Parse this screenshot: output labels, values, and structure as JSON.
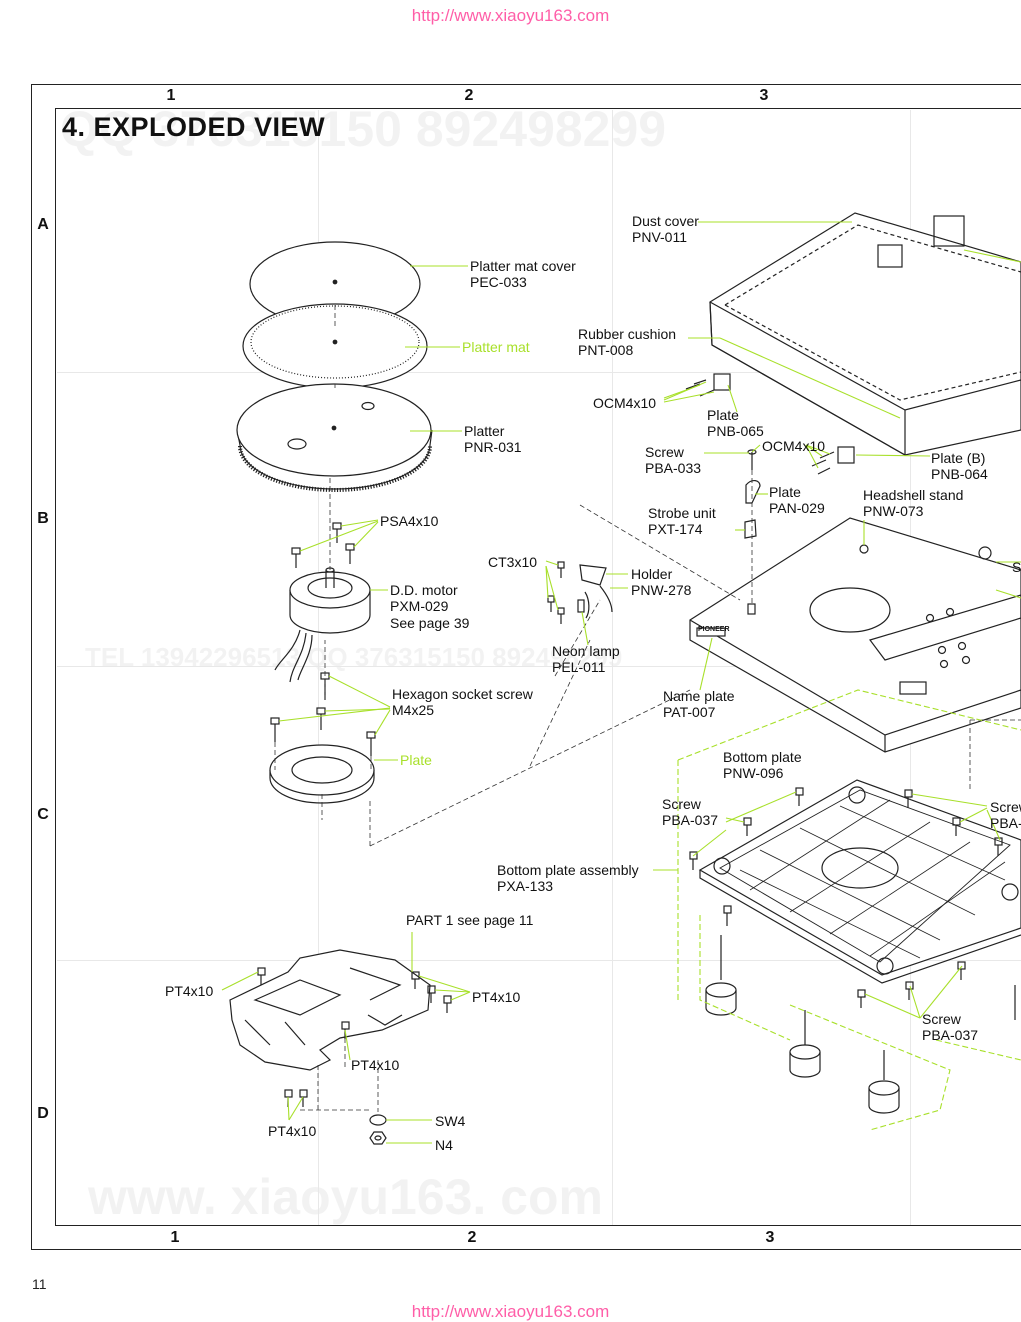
{
  "header": {
    "url_top": "http://www.xiaoyu163.com",
    "url_bottom": "http://www.xiaoyu163.com"
  },
  "page": {
    "title": "4. EXPLODED VIEW",
    "page_number": "11"
  },
  "grid": {
    "columns_top": [
      "1",
      "2",
      "3"
    ],
    "columns_bottom": [
      "1",
      "2",
      "3"
    ],
    "rows": [
      "A",
      "B",
      "C",
      "D"
    ]
  },
  "watermarks": {
    "qq": "QQ 376315150  892498299",
    "tel": "TEL 13942296513   QQ 376315150  892498299",
    "site": "www. xiaoyu163. com"
  },
  "labels": {
    "platter_mat_cover": "Platter mat cover",
    "platter_mat_cover_pn": "PEC-033",
    "platter_mat": "Platter mat",
    "platter": "Platter",
    "platter_pn": "PNR-031",
    "psa": "PSA4x10",
    "dd_motor": "D.D. motor",
    "dd_motor_pn": "PXM-029",
    "see_page_39": "See page 39",
    "hex_screw": "Hexagon socket screw",
    "hex_screw_pn": "M4x25",
    "plate_green": "Plate",
    "dust_cover": "Dust cover",
    "dust_cover_pn": "PNV-011",
    "rubber_cushion": "Rubber cushion",
    "rubber_cushion_pn": "PNT-008",
    "ocm_1": "OCM4x10",
    "plate_065": "Plate",
    "plate_065_pn": "PNB-065",
    "ocm_2": "OCM4x10",
    "screw_033": "Screw",
    "screw_033_pn": "PBA-033",
    "plate_b": "Plate (B)",
    "plate_b_pn": "PNB-064",
    "plate_029": "Plate",
    "plate_029_pn": "PAN-029",
    "headshell_stand": "Headshell stand",
    "headshell_stand_pn": "PNW-073",
    "strobe_unit": "Strobe unit",
    "strobe_unit_pn": "PXT-174",
    "ct": "CT3x10",
    "holder": "Holder",
    "holder_pn": "PNW-278",
    "s_partial": "S",
    "neon_lamp": "Neon lamp",
    "neon_lamp_pn": "PEL-011",
    "name_plate": "Name plate",
    "name_plate_pn": "PAT-007",
    "bottom_plate": "Bottom plate",
    "bottom_plate_pn": "PNW-096",
    "screw_037a": "Screw",
    "screw_037a_pn": "PBA-037",
    "screw_right": "Screw",
    "screw_right_pn": "PBA-",
    "bottom_assembly": "Bottom plate assembly",
    "bottom_assembly_pn": "PXA-133",
    "part1": "PART 1 see page 11",
    "pt_1": "PT4x10",
    "pt_2": "PT4x10",
    "pt_3": "PT4x10",
    "pt_4": "PT4x10",
    "screw_037b": "Screw",
    "screw_037b_pn": "PBA-037",
    "sw4": "SW4",
    "n4": "N4",
    "nameplate_brand": "PIONEER"
  },
  "colors": {
    "leader_green": "#a8e02a",
    "watermark_pink": "#ff5ea8",
    "ink": "#111111"
  }
}
